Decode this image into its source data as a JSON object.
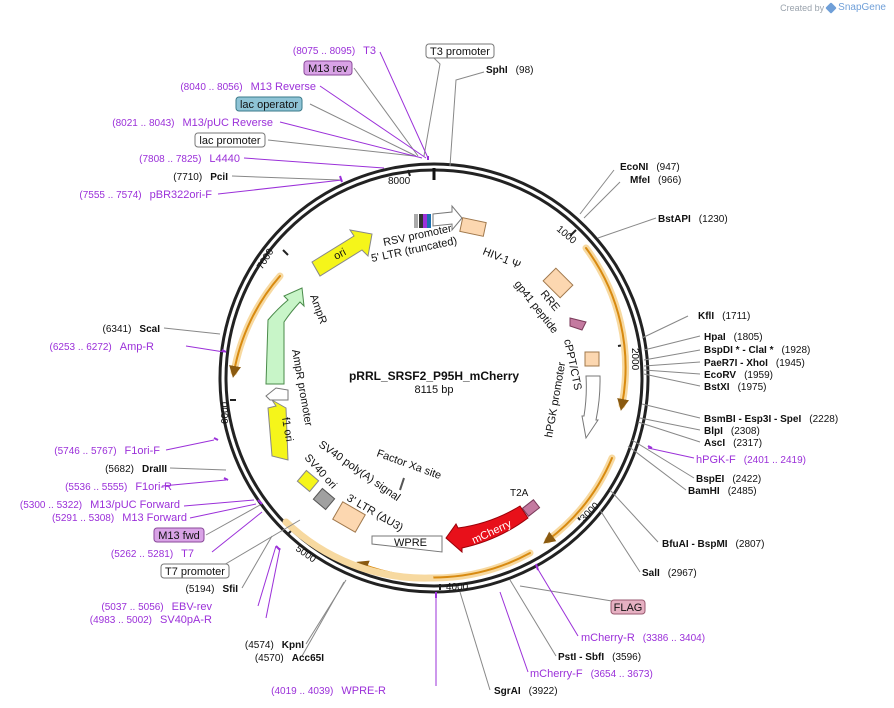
{
  "credit": {
    "prefix": "Created by",
    "brand": "SnapGene"
  },
  "plasmid": {
    "name": "pRRL_SRSF2_P95H_mCherry",
    "length_label": "8115 bp",
    "length_bp": 8115
  },
  "ruler_ticks": [
    "1000",
    "2000",
    "3000",
    "4000",
    "5000",
    "6000",
    "7000",
    "8000"
  ],
  "colors": {
    "feature_purple": "#9b30d9",
    "cds_orange": "#f0a436",
    "ori_yellow": "#f5f51a",
    "ampr_green": "#c8f5c8",
    "ltr_peach": "#fcd7b0",
    "mcherry_red": "#e8101a",
    "promoter_white": "#ffffff",
    "m13_box": "#d9a3e6",
    "lac_operator_box": "#8fc4d6",
    "flag_box": "#e6b0c2"
  },
  "sites": [
    {
      "name": "SphI",
      "pos": "(98)",
      "bp": 98
    },
    {
      "name": "EcoNI",
      "pos": "(947)",
      "bp": 947
    },
    {
      "name": "MfeI",
      "pos": "(966)",
      "bp": 966
    },
    {
      "name": "BstAPI",
      "pos": "(1230)",
      "bp": 1230
    },
    {
      "name": "KflI",
      "pos": "(1711)",
      "bp": 1711
    },
    {
      "name": "HpaI",
      "pos": "(1805)",
      "bp": 1805
    },
    {
      "name": "BspDI * - ClaI *",
      "pos": "(1928)",
      "bp": 1928
    },
    {
      "name": "PaeR7I - XhoI",
      "pos": "(1945)",
      "bp": 1945
    },
    {
      "name": "EcoRV",
      "pos": "(1959)",
      "bp": 1959
    },
    {
      "name": "BstXI",
      "pos": "(1975)",
      "bp": 1975
    },
    {
      "name": "BsmBI - Esp3I - SpeI",
      "pos": "(2228)",
      "bp": 2228
    },
    {
      "name": "BlpI",
      "pos": "(2308)",
      "bp": 2308
    },
    {
      "name": "AscI",
      "pos": "(2317)",
      "bp": 2317
    },
    {
      "name": "BspEI",
      "pos": "(2422)",
      "bp": 2422
    },
    {
      "name": "BamHI",
      "pos": "(2485)",
      "bp": 2485
    },
    {
      "name": "BfuAI - BspMI",
      "pos": "(2807)",
      "bp": 2807
    },
    {
      "name": "SalI",
      "pos": "(2967)",
      "bp": 2967
    },
    {
      "name": "PstI - SbfI",
      "pos": "(3596)",
      "bp": 3596
    },
    {
      "name": "SgrAI",
      "pos": "(3922)",
      "bp": 3922
    },
    {
      "name": "KpnI",
      "pos": "(4574)",
      "bp": 4574
    },
    {
      "name": "Acc65I",
      "pos": "(4570)",
      "bp": 4570
    },
    {
      "name": "SfiI",
      "pos": "(5194)",
      "bp": 5194
    },
    {
      "name": "DraIII",
      "pos": "(5682)",
      "bp": 5682
    },
    {
      "name": "ScaI",
      "pos": "(6341)",
      "bp": 6341
    },
    {
      "name": "PciI",
      "pos": "(7710)",
      "bp": 7710
    }
  ],
  "primers": [
    {
      "name": "T3",
      "range": "(8075 .. 8095)"
    },
    {
      "name": "M13 Reverse",
      "range": "(8040 .. 8056)"
    },
    {
      "name": "M13/pUC Reverse",
      "range": "(8021 .. 8043)"
    },
    {
      "name": "L4440",
      "range": "(7808 .. 7825)"
    },
    {
      "name": "pBR322ori-F",
      "range": "(7555 .. 7574)"
    },
    {
      "name": "Amp-R",
      "range": "(6253 .. 6272)"
    },
    {
      "name": "F1ori-F",
      "range": "(5746 .. 5767)"
    },
    {
      "name": "F1ori-R",
      "range": "(5536 .. 5555)"
    },
    {
      "name": "M13/pUC Forward",
      "range": "(5300 .. 5322)"
    },
    {
      "name": "M13 Forward",
      "range": "(5291 .. 5308)"
    },
    {
      "name": "T7",
      "range": "(5262 .. 5281)"
    },
    {
      "name": "EBV-rev",
      "range": "(5037 .. 5056)"
    },
    {
      "name": "SV40pA-R",
      "range": "(4983 .. 5002)"
    },
    {
      "name": "WPRE-R",
      "range": "(4019 .. 4039)"
    },
    {
      "name": "mCherry-F",
      "range": "(3654 .. 3673)"
    },
    {
      "name": "mCherry-R",
      "range": "(3386 .. 3404)"
    },
    {
      "name": "hPGK-F",
      "range": "(2401 .. 2419)"
    }
  ],
  "boxed_features": [
    {
      "name": "T3 promoter"
    },
    {
      "name": "M13 rev"
    },
    {
      "name": "lac operator"
    },
    {
      "name": "lac promoter"
    },
    {
      "name": "M13 fwd"
    },
    {
      "name": "T7 promoter"
    },
    {
      "name": "FLAG"
    }
  ],
  "inner_features": [
    {
      "name": "RSV promoter"
    },
    {
      "name": "5' LTR (truncated)"
    },
    {
      "name": "HIV-1 Ψ"
    },
    {
      "name": "RRE"
    },
    {
      "name": "gp41 peptide"
    },
    {
      "name": "cPPT/CTS"
    },
    {
      "name": "hPGK promoter"
    },
    {
      "name": "T2A"
    },
    {
      "name": "mCherry"
    },
    {
      "name": "WPRE"
    },
    {
      "name": "3' LTR (ΔU3)"
    },
    {
      "name": "SV40 poly(A) signal"
    },
    {
      "name": "SV40 ori"
    },
    {
      "name": "Factor Xa site"
    },
    {
      "name": "f1 ori"
    },
    {
      "name": "AmpR promoter"
    },
    {
      "name": "AmpR"
    },
    {
      "name": "ori"
    }
  ]
}
